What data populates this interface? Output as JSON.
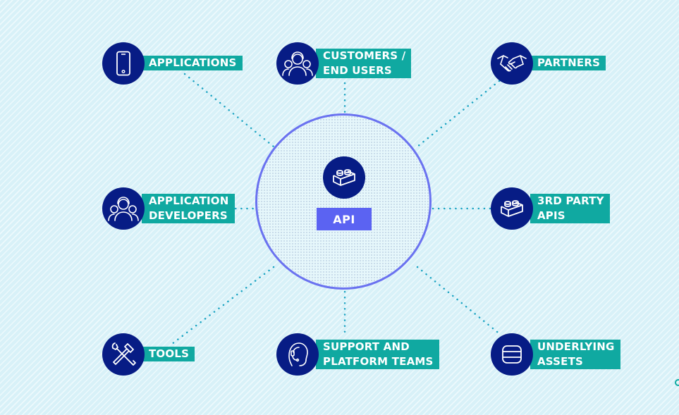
{
  "hub": {
    "label": "API",
    "icon": "lego-brick-icon"
  },
  "nodes": [
    {
      "id": "applications",
      "lines": [
        "APPLICATIONS"
      ],
      "icon": "smartphone-icon"
    },
    {
      "id": "customers",
      "lines": [
        "CUSTOMERS /",
        "END USERS"
      ],
      "icon": "people-group-icon"
    },
    {
      "id": "partners",
      "lines": [
        "PARTNERS"
      ],
      "icon": "handshake-icon"
    },
    {
      "id": "app-developers",
      "lines": [
        "APPLICATION",
        "DEVELOPERS"
      ],
      "icon": "people-group-icon"
    },
    {
      "id": "third-party",
      "lines": [
        "3RD PARTY",
        "APIS"
      ],
      "icon": "lego-brick-icon"
    },
    {
      "id": "tools",
      "lines": [
        "TOOLS"
      ],
      "icon": "wrench-hammer-icon"
    },
    {
      "id": "support",
      "lines": [
        "SUPPORT AND",
        "PLATFORM TEAMS"
      ],
      "icon": "headset-agent-icon"
    },
    {
      "id": "assets",
      "lines": [
        "UNDERLYING",
        "ASSETS"
      ],
      "icon": "database-icon"
    }
  ],
  "colors": {
    "icon_circle": "#071c85",
    "label_bg": "#10a9a1",
    "hub_label_bg": "#5b63f2",
    "hub_ring": "#6a72f0",
    "connector": "#1aa3c2"
  }
}
